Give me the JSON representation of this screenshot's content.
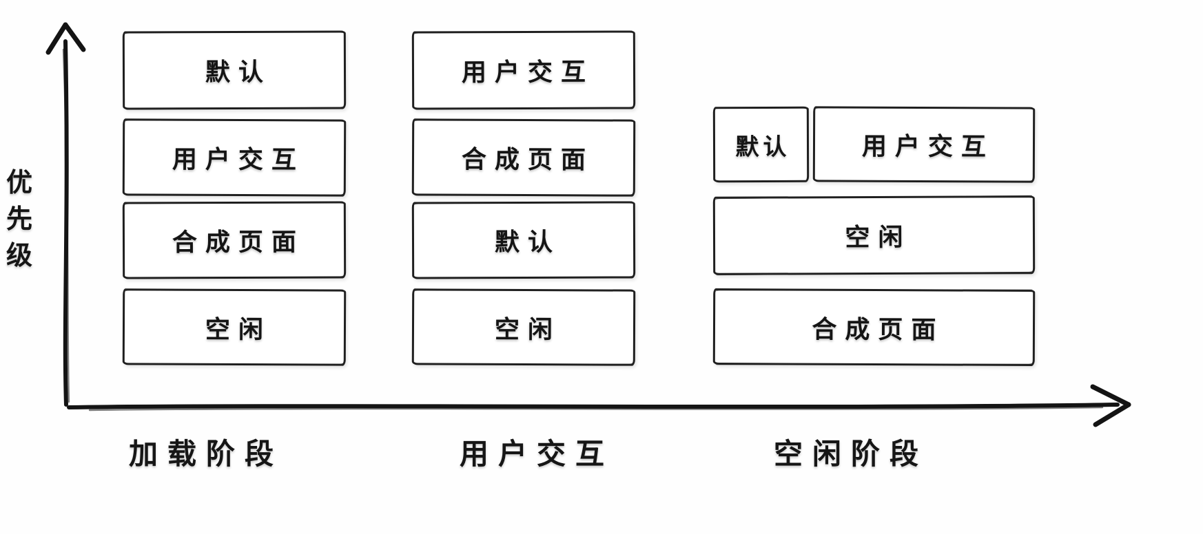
{
  "y_axis": {
    "label": "优先级"
  },
  "x_axis": {
    "labels": [
      "加载阶段",
      "用户交互",
      "空闲阶段"
    ]
  },
  "columns": {
    "loading": {
      "boxes": [
        "默认",
        "用户交互",
        "合成页面",
        "空闲"
      ]
    },
    "interaction": {
      "boxes": [
        "用户交互",
        "合成页面",
        "默认",
        "空闲"
      ]
    },
    "idle": {
      "row1": [
        "默认",
        "用户交互"
      ],
      "row2": "空闲",
      "row3": "合成页面"
    }
  }
}
